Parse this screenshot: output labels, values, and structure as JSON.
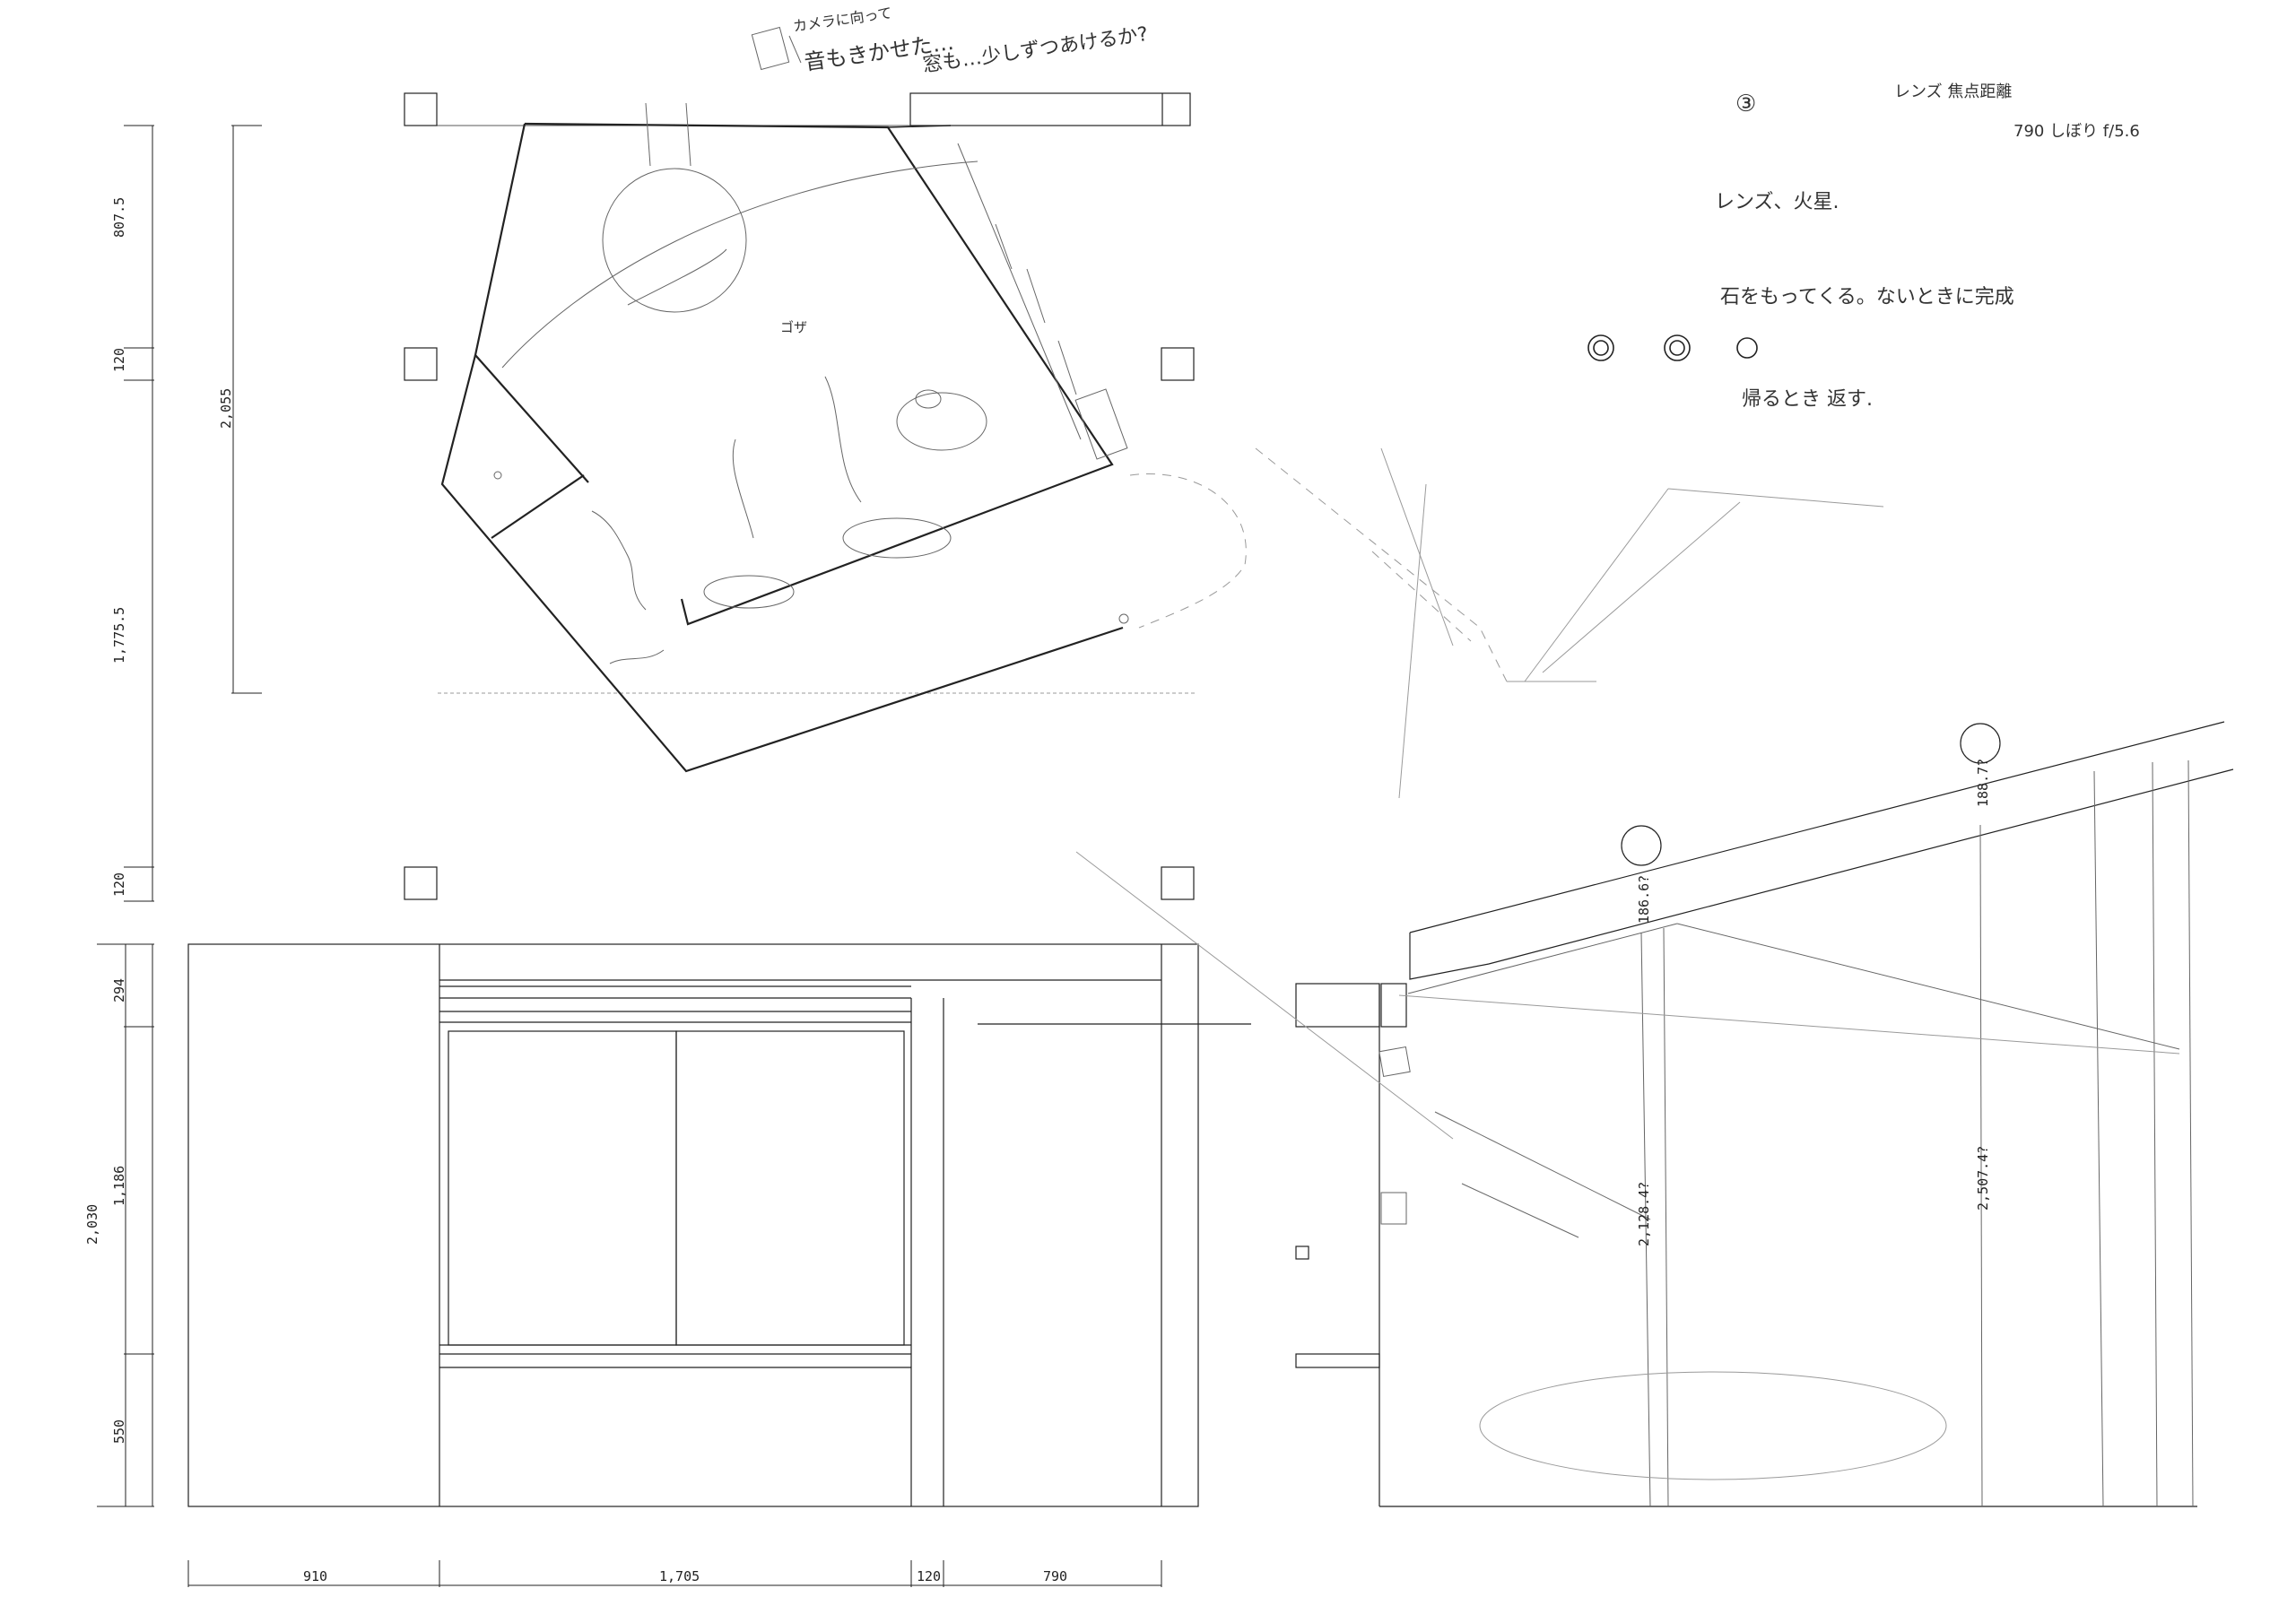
{
  "dimensions": {
    "vertical_left": [
      "807.5",
      "120",
      "1,775.5",
      "120"
    ],
    "plan_height": "2,055",
    "elevation_vertical": [
      "294",
      "1,186",
      "550"
    ],
    "elevation_total": "2,030",
    "bottom": [
      "910",
      "1,705",
      "120",
      "790"
    ],
    "section": [
      "186.6?",
      "188.7?",
      "2,128.4?",
      "2,507.4?"
    ]
  },
  "notes": {
    "top_sketch_a": "カメラに向って",
    "top_sketch_b": "音もきかせた…",
    "top_sketch_c": "窓も…少しずつあけるか?",
    "plan_label_goza": "ゴザ",
    "circle_number": "③",
    "lens_distance": "レンズ 焦点距離",
    "lens_values": "790 しぼり f/5.6",
    "lens_type": "レンズ、火星.",
    "stone_note": "石をもってくる。ないときに完成",
    "return_note": "帰るとき 返す."
  }
}
